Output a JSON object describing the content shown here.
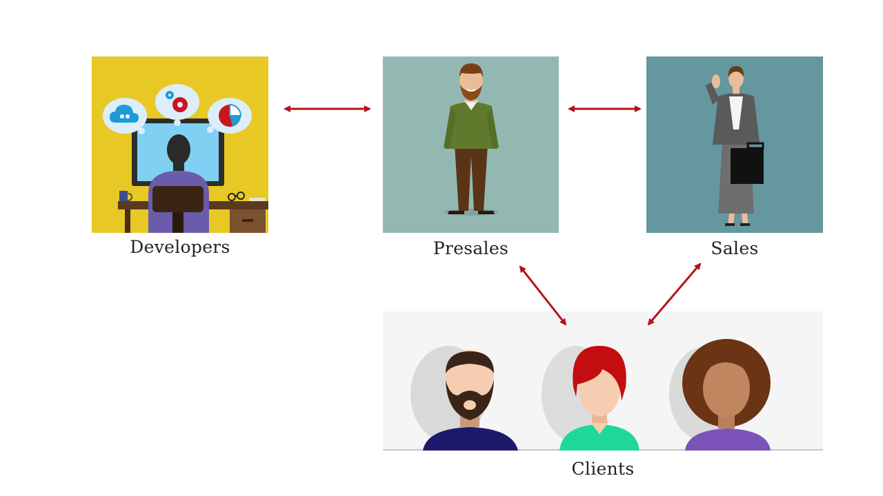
{
  "nodes": {
    "developers": {
      "label": "Developers",
      "bg": "#e8c825"
    },
    "presales": {
      "label": "Presales",
      "bg": "#93b8b2"
    },
    "sales": {
      "label": "Sales",
      "bg": "#64979e"
    },
    "clients": {
      "label": "Clients",
      "bg": "#f5f5f5"
    }
  },
  "edges": [
    {
      "from": "developers",
      "to": "presales",
      "style": "double-arrow"
    },
    {
      "from": "presales",
      "to": "sales",
      "style": "double-arrow"
    },
    {
      "from": "presales",
      "to": "clients",
      "style": "double-arrow"
    },
    {
      "from": "sales",
      "to": "clients",
      "style": "double-arrow"
    }
  ],
  "colors": {
    "arrow": "#b5121b"
  },
  "icons": {
    "developers": [
      "developer-at-desk-illustration",
      "cloud-users-icon",
      "gears-icon",
      "pie-chart-icon",
      "coffee-mug-icon",
      "glasses-icon"
    ],
    "presales": [
      "bearded-man-standing-illustration"
    ],
    "sales": [
      "businesswoman-with-briefcase-illustration"
    ],
    "clients": [
      "bearded-man-avatar",
      "red-haired-woman-avatar",
      "curly-haired-woman-avatar"
    ]
  }
}
